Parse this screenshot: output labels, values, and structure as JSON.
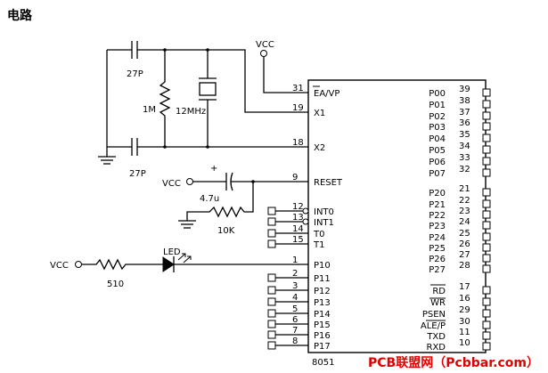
{
  "title": "电路",
  "chip": {
    "name": "8051",
    "left_pins": [
      {
        "num": "31",
        "name": "EA/VP"
      },
      {
        "num": "19",
        "name": "X1"
      },
      {
        "num": "18",
        "name": "X2"
      },
      {
        "num": "9",
        "name": "RESET"
      },
      {
        "num": "12",
        "name": "INT0"
      },
      {
        "num": "13",
        "name": "INT1"
      },
      {
        "num": "14",
        "name": "T0"
      },
      {
        "num": "15",
        "name": "T1"
      },
      {
        "num": "1",
        "name": "P10"
      },
      {
        "num": "2",
        "name": "P11"
      },
      {
        "num": "3",
        "name": "P12"
      },
      {
        "num": "4",
        "name": "P13"
      },
      {
        "num": "5",
        "name": "P14"
      },
      {
        "num": "6",
        "name": "P15"
      },
      {
        "num": "7",
        "name": "P16"
      },
      {
        "num": "8",
        "name": "P17"
      }
    ],
    "right_pins": [
      {
        "num": "39",
        "name": "P00"
      },
      {
        "num": "38",
        "name": "P01"
      },
      {
        "num": "37",
        "name": "P02"
      },
      {
        "num": "36",
        "name": "P03"
      },
      {
        "num": "35",
        "name": "P04"
      },
      {
        "num": "34",
        "name": "P05"
      },
      {
        "num": "33",
        "name": "P06"
      },
      {
        "num": "32",
        "name": "P07"
      },
      {
        "num": "21",
        "name": "P20"
      },
      {
        "num": "22",
        "name": "P21"
      },
      {
        "num": "23",
        "name": "P22"
      },
      {
        "num": "24",
        "name": "P23"
      },
      {
        "num": "25",
        "name": "P24"
      },
      {
        "num": "26",
        "name": "P25"
      },
      {
        "num": "27",
        "name": "P26"
      },
      {
        "num": "28",
        "name": "P27"
      },
      {
        "num": "17",
        "name": "RD"
      },
      {
        "num": "16",
        "name": "WR"
      },
      {
        "num": "29",
        "name": "PSEN"
      },
      {
        "num": "30",
        "name": "ALE/P"
      },
      {
        "num": "11",
        "name": "TXD"
      },
      {
        "num": "10",
        "name": "RXD"
      }
    ]
  },
  "components": {
    "cap_top": "27P",
    "cap_bottom": "27P",
    "resistor_crystal": "1M",
    "crystal": "12MHz",
    "cap_reset": "4.7u",
    "resistor_reset": "10K",
    "resistor_led": "510",
    "led": "LED"
  },
  "labels": {
    "vcc_top": "VCC",
    "vcc_reset": "VCC",
    "vcc_led": "VCC"
  },
  "watermark": "PCB联盟网（Pcbbar.com）"
}
